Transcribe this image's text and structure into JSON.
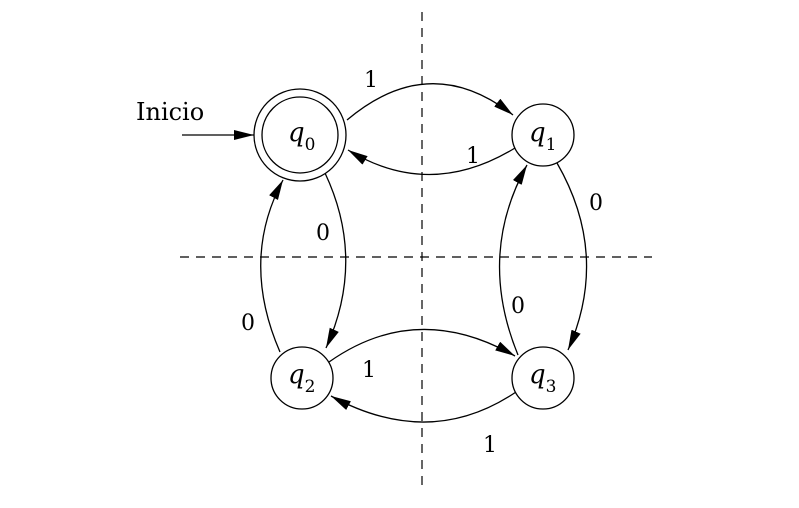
{
  "start_label": "Inicio",
  "states": [
    {
      "id": "q0",
      "name": "q",
      "sub": "0",
      "accepting": true
    },
    {
      "id": "q1",
      "name": "q",
      "sub": "1",
      "accepting": false
    },
    {
      "id": "q2",
      "name": "q",
      "sub": "2",
      "accepting": false
    },
    {
      "id": "q3",
      "name": "q",
      "sub": "3",
      "accepting": false
    }
  ],
  "transitions": [
    {
      "from": "q0",
      "to": "q1",
      "label": "1"
    },
    {
      "from": "q1",
      "to": "q0",
      "label": "1"
    },
    {
      "from": "q0",
      "to": "q2",
      "label": "0"
    },
    {
      "from": "q2",
      "to": "q0",
      "label": "0"
    },
    {
      "from": "q1",
      "to": "q3",
      "label": "0"
    },
    {
      "from": "q3",
      "to": "q1",
      "label": "0"
    },
    {
      "from": "q2",
      "to": "q3",
      "label": "1"
    },
    {
      "from": "q3",
      "to": "q2",
      "label": "1"
    }
  ],
  "colors": {
    "stroke": "#000000",
    "background": "#ffffff"
  }
}
